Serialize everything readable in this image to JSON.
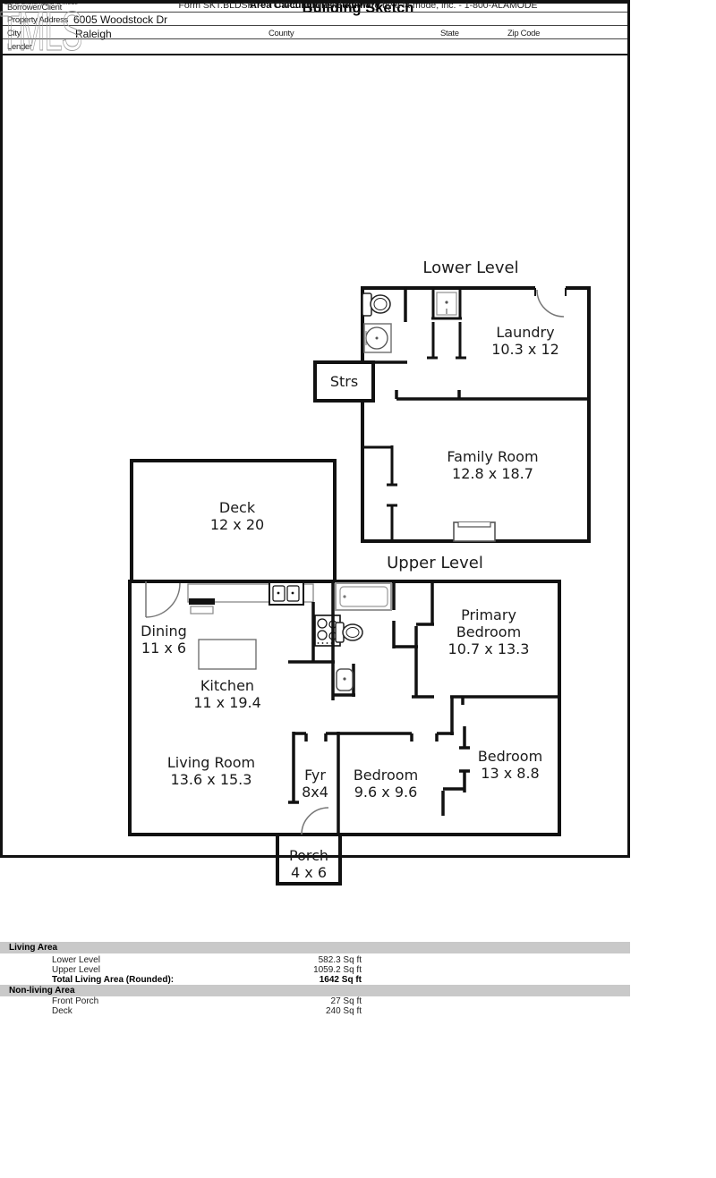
{
  "header": {
    "title": "Building Sketch"
  },
  "form": {
    "borrower_label": "Borrower/Client",
    "property_label": "Property Address",
    "property_value": "6005 Woodstock Dr",
    "city_label": "City",
    "city_value": "Raleigh",
    "county_label": "County",
    "state_label": "State",
    "zip_label": "Zip Code",
    "lender_label": "Lender"
  },
  "plan": {
    "lower_title": "Lower Level",
    "upper_title": "Upper Level",
    "rooms": {
      "laundry": {
        "name": "Laundry",
        "dims": "10.3 x 12"
      },
      "strs": {
        "name": "Strs"
      },
      "family": {
        "name": "Family Room",
        "dims": "12.8 x 18.7"
      },
      "deck": {
        "name": "Deck",
        "dims": "12 x 20"
      },
      "dining": {
        "name": "Dining",
        "dims": "11 x 6"
      },
      "kitchen": {
        "name": "Kitchen",
        "dims": "11 x 19.4"
      },
      "primary_bedroom": {
        "name": "Primary Bedroom",
        "dims": "10.7 x 13.3"
      },
      "living": {
        "name": "Living Room",
        "dims": "13.6 x 15.3"
      },
      "foyer": {
        "name": "Fyr",
        "dims": "8x4"
      },
      "bedroom_mid": {
        "name": "Bedroom",
        "dims": "9.6 x 9.6"
      },
      "bedroom_right": {
        "name": "Bedroom",
        "dims": "13 x 8.8"
      },
      "porch": {
        "name": "Porch",
        "dims": "4 x 6"
      }
    }
  },
  "summary": {
    "note": "TOTAL Sketch by a la mode",
    "title": "Area Calculations Summary",
    "living_header": "Living Area",
    "rows_living": [
      {
        "label": "Lower Level",
        "value": "582.3 Sq ft"
      },
      {
        "label": "Upper Level",
        "value": "1059.2 Sq ft"
      }
    ],
    "total_row": {
      "label": "Total Living Area (Rounded):",
      "value": "1642 Sq ft"
    },
    "nonliving_header": "Non-living Area",
    "rows_nonliving": [
      {
        "label": "Front Porch",
        "value": "27 Sq ft"
      },
      {
        "label": "Deck",
        "value": "240 Sq ft"
      }
    ]
  },
  "footer": {
    "watermark": "TMLS",
    "text": "Form SKT.BLDSKI - \"TOTAL\" appraisal software by a la mode, inc. - 1-800-ALAMODE"
  }
}
